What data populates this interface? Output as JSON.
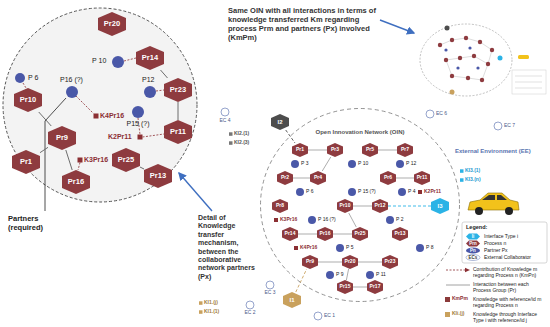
{
  "diagram": {
    "nodes": [
      {
        "text": [
          "Pr20"
        ]
      },
      {
        "text": [
          "Pr14"
        ]
      },
      {
        "text": [
          "Pr23"
        ]
      },
      {
        "text": [
          "Pr10"
        ]
      },
      {
        "text": [
          "Pr11"
        ]
      },
      {
        "text": [
          "Pr9"
        ]
      },
      {
        "text": [
          "Pr1"
        ]
      },
      {
        "text": [
          "Pr25"
        ]
      },
      {
        "text": [
          "Pr16"
        ]
      },
      {
        "text": [
          "Pr13"
        ]
      },
      {
        "text": [
          "Open Innovation Network (OIN)"
        ]
      },
      {
        "text": [
          "Pr1"
        ],
        "in": 10
      },
      {
        "text": [
          "Pr3"
        ],
        "in": 10
      },
      {
        "text": [
          "Pr5"
        ],
        "in": 10
      },
      {
        "text": [
          "Pr7"
        ],
        "in": 10
      },
      {
        "text": [
          "Pr2"
        ],
        "in": 10
      },
      {
        "text": [
          "Pr4"
        ],
        "in": 10
      },
      {
        "text": [
          "Pr6"
        ],
        "in": 10
      },
      {
        "text": [
          "Pr11"
        ],
        "in": 10
      },
      {
        "text": [
          "Pr8"
        ],
        "in": 10
      },
      {
        "text": [
          "Pr10"
        ],
        "in": 10
      },
      {
        "text": [
          "Pr12"
        ],
        "in": 10
      },
      {
        "text": [
          "I3"
        ],
        "in": 10
      },
      {
        "text": [
          "Pr14"
        ],
        "in": 10
      },
      {
        "text": [
          "Pr16"
        ],
        "in": 10
      },
      {
        "text": [
          "Pr25"
        ],
        "in": 10
      },
      {
        "text": [
          "Pr13"
        ],
        "in": 10
      },
      {
        "text": [
          "Pr9"
        ],
        "in": 10
      },
      {
        "text": [
          "Pr20"
        ],
        "in": 10
      },
      {
        "text": [
          "Pr23"
        ],
        "in": 10
      },
      {
        "text": [
          "Pr15"
        ],
        "in": 10
      },
      {
        "text": [
          "Pr17"
        ],
        "in": 10
      },
      {
        "text": [
          "I2"
        ]
      },
      {
        "text": [
          "I1"
        ]
      }
    ],
    "edges": [
      {
        "from": 3,
        "to": 5,
        "arrow": "none"
      },
      {
        "from": 5,
        "to": 8,
        "arrow": "none"
      },
      {
        "from": 6,
        "to": 5,
        "arrow": "none"
      },
      {
        "from": 1,
        "to": 2,
        "arrow": "none"
      },
      {
        "from": 2,
        "to": 4,
        "arrow": "none"
      },
      {
        "from": 7,
        "to": 9,
        "arrow": "none"
      },
      {
        "from": 11,
        "to": 12,
        "arrow": "none"
      },
      {
        "from": 13,
        "to": 14,
        "arrow": "none"
      },
      {
        "from": 15,
        "to": 16,
        "arrow": "none"
      },
      {
        "from": 17,
        "to": 18,
        "arrow": "none"
      },
      {
        "from": 20,
        "to": 21,
        "arrow": "none"
      },
      {
        "from": 21,
        "to": 22,
        "arrow": "none"
      },
      {
        "from": 23,
        "to": 24,
        "arrow": "none"
      },
      {
        "from": 24,
        "to": 25,
        "arrow": "none"
      },
      {
        "from": 27,
        "to": 28,
        "arrow": "none"
      },
      {
        "from": 28,
        "to": 29,
        "arrow": "none"
      },
      {
        "from": 30,
        "to": 31,
        "arrow": "none"
      },
      {
        "from": 12,
        "to": 16,
        "arrow": "none"
      },
      {
        "from": 20,
        "to": 25,
        "arrow": "none"
      },
      {
        "from": 28,
        "to": 30,
        "arrow": "none"
      },
      {
        "from": 32,
        "to": 11,
        "arrow": "none"
      },
      {
        "from": 33,
        "to": 27,
        "arrow": "none"
      }
    ],
    "labels": [
      "P 10",
      "P12",
      "P15 (?)",
      "P16 (?)",
      "P 6",
      "K4Pr16",
      "K2Pr11",
      "K3Pr16",
      "Partners (required)",
      "Detail of Knowledge transfer mechanism, between the collaborative network partners (Px)",
      "Same OIN with all interactions in terms of knowledge transferred Km regarding process Prm and partners (Px) involved (KmPm)",
      "External Environment (EE)",
      "P 3",
      "P 10",
      "P 12",
      "P 6",
      "P 15 (?)",
      "P 4",
      "P 16 (?)",
      "P 2",
      "P 5",
      "P 8",
      "P 9",
      "P 11",
      "K4Pr16",
      "K3Pr16",
      "K2Pr11",
      "EC 4",
      "EC 6",
      "EC 7",
      "EC 3",
      "EC 2",
      "EC 1",
      "KI2.(1)",
      "KI2.(3)",
      "KI3.(1)",
      "KI3.(n)",
      "KI1.(j)",
      "KI1.(1)",
      "Legend:",
      "Ii",
      "Prn",
      "Pn",
      "ECs",
      "KmPm",
      "KIi.(j)"
    ],
    "legend": [
      {
        "text": "Interface Type i"
      },
      {
        "text": "Process n"
      },
      {
        "text": "Partner Px"
      },
      {
        "text": "External Collaborator"
      },
      {
        "text": "Contribution of Knowledge m regarding Process n (KmPn)"
      },
      {
        "text": "Interaction between each Process Group (Pr)"
      },
      {
        "text": "Knowledge with reference/id m regarding Process n",
        "color": "#8b3a3a"
      },
      {
        "text": "Knowledge through Interface Type i with reference/id j",
        "color": "#c9a15d"
      }
    ]
  }
}
